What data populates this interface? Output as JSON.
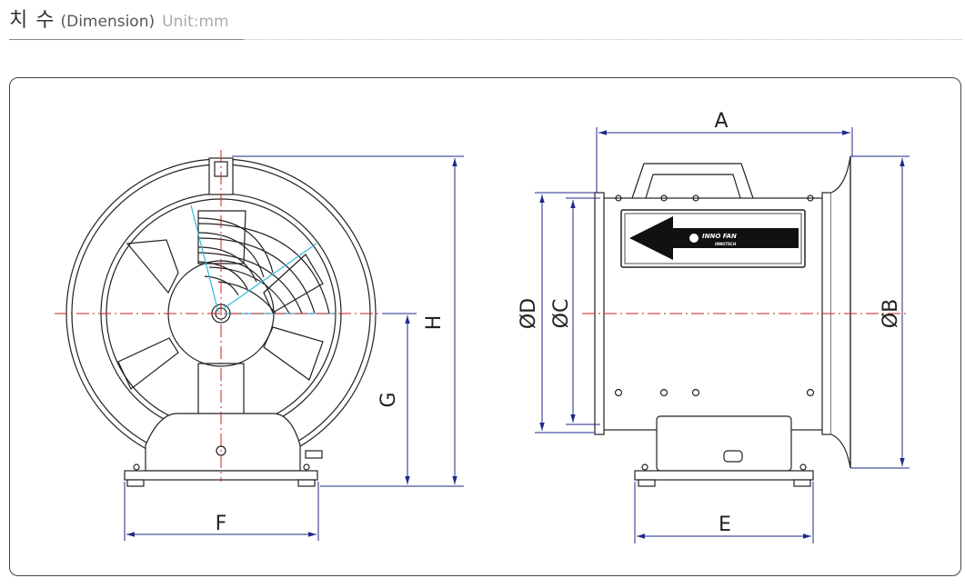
{
  "header": {
    "title_ko": "치 수",
    "title_en": "(Dimension)",
    "unit": "Unit:mm"
  },
  "labels": {
    "A": "A",
    "B": "ØB",
    "C": "ØC",
    "D": "ØD",
    "E": "E",
    "F": "F",
    "G": "G",
    "H": "H"
  },
  "nameplate": {
    "brand": "INNO FAN",
    "subtext": "INNOTECH"
  },
  "colors": {
    "line": "#222222",
    "dimension": "#1f2a8a",
    "centerline": "#cc2222",
    "accent": "#33bbdd"
  }
}
